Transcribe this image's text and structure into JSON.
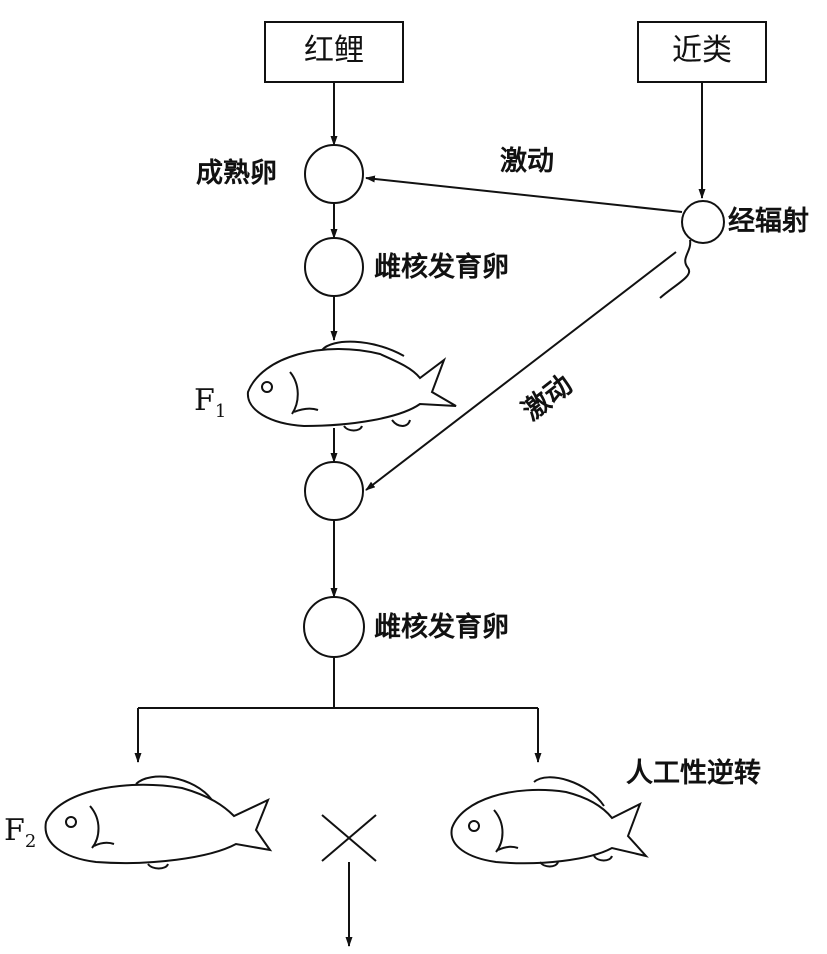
{
  "boxes": {
    "left": "红鲤",
    "right": "近类"
  },
  "labels": {
    "mature_egg": "成熟卵",
    "gyno_egg_1": "雌核发育卵",
    "gyno_egg_2": "雌核发育卵",
    "irradiated": "经辐射",
    "stimulate_1": "激动",
    "stimulate_2": "激动",
    "sex_reversal": "人工性逆转"
  },
  "generations": {
    "f1": "F",
    "f1_sub": "1",
    "f2": "F",
    "f2_sub": "2"
  },
  "icons": [
    "fish-icon",
    "sperm-icon",
    "cross-icon",
    "arrow-icon"
  ]
}
